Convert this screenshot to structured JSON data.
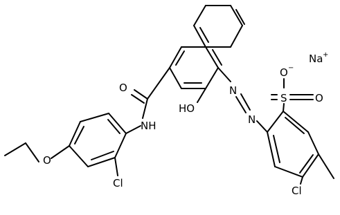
{
  "molecule": {
    "atoms": {
      "na": "Na",
      "na_charge": "+",
      "o_minus": "O",
      "o_minus_charge": "−",
      "s": "S",
      "o_sulfonyl_right": "O",
      "o_carbonyl": "O",
      "nh": "NH",
      "oh": "HO",
      "n_azo_1": "N",
      "n_azo_2": "N",
      "cl_anilide": "Cl",
      "o_ether": "O",
      "cl_benzene": "Cl"
    }
  }
}
